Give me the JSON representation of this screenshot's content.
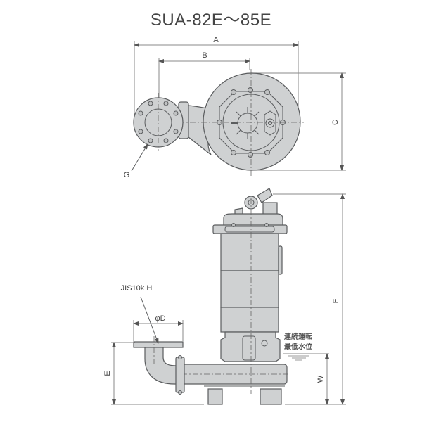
{
  "title": "SUA-82E～85E",
  "dimensions": {
    "A": "A",
    "B": "B",
    "C": "C",
    "D": "φD",
    "E": "E",
    "F": "F",
    "G": "G",
    "W": "W"
  },
  "flange_label": "JIS10k  H",
  "water_level": {
    "line1": "連続運転",
    "line2": "最低水位"
  },
  "colors": {
    "body_fill": "#cfd1d2",
    "outline": "#5a5c5e",
    "dimension_line": "#888888",
    "text": "#444444"
  }
}
